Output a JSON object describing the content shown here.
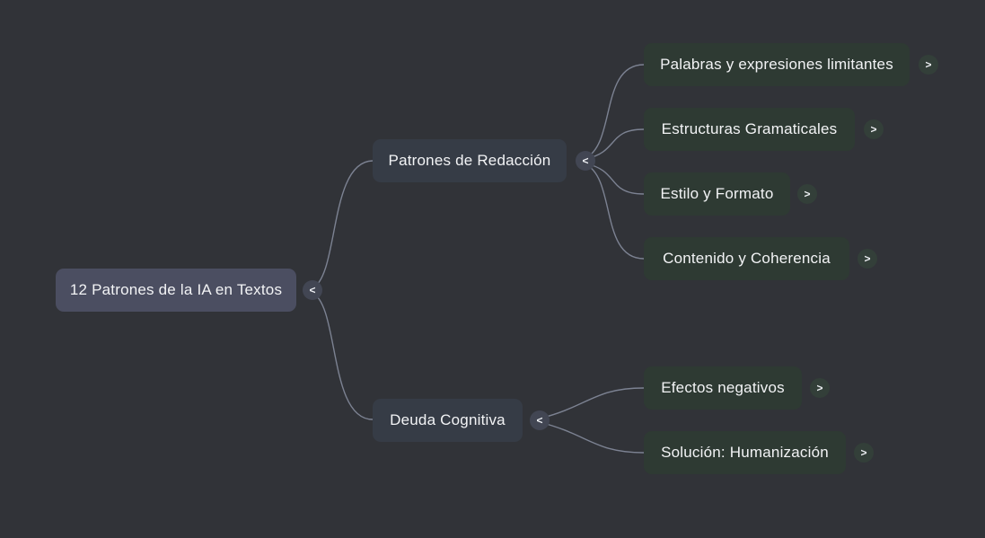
{
  "app": {
    "type": "mind-map-canvas",
    "colors": {
      "background": "#313338",
      "root_node": "#4b4e61",
      "branch_node": "#363c46",
      "leaf_node": "#2e3a33",
      "connector": "#8a90a2",
      "text": "#f2f3f5",
      "toggle_slate": "#424653",
      "toggle_green": "#333f39"
    }
  },
  "mindmap": {
    "nodes": {
      "root": {
        "label": "12 Patrones de la IA en Textos",
        "toggle": "<",
        "level": "root"
      },
      "patrones": {
        "label": "Patrones de Redacción",
        "toggle": "<",
        "level": "branch"
      },
      "palabras": {
        "label": "Palabras y expresiones limitantes",
        "toggle": ">",
        "level": "leaf"
      },
      "estructuras": {
        "label": "Estructuras Gramaticales",
        "toggle": ">",
        "level": "leaf"
      },
      "estilo": {
        "label": "Estilo y Formato",
        "toggle": ">",
        "level": "leaf"
      },
      "contenido": {
        "label": "Contenido y Coherencia",
        "toggle": ">",
        "level": "leaf"
      },
      "deuda": {
        "label": "Deuda Cognitiva",
        "toggle": "<",
        "level": "branch"
      },
      "efectos": {
        "label": "Efectos negativos",
        "toggle": ">",
        "level": "leaf"
      },
      "solucion": {
        "label": "Solución: Humanización",
        "toggle": ">",
        "level": "leaf"
      }
    },
    "hierarchy": {
      "root": [
        "patrones",
        "deuda"
      ],
      "patrones": [
        "palabras",
        "estructuras",
        "estilo",
        "contenido"
      ],
      "deuda": [
        "efectos",
        "solucion"
      ]
    }
  }
}
